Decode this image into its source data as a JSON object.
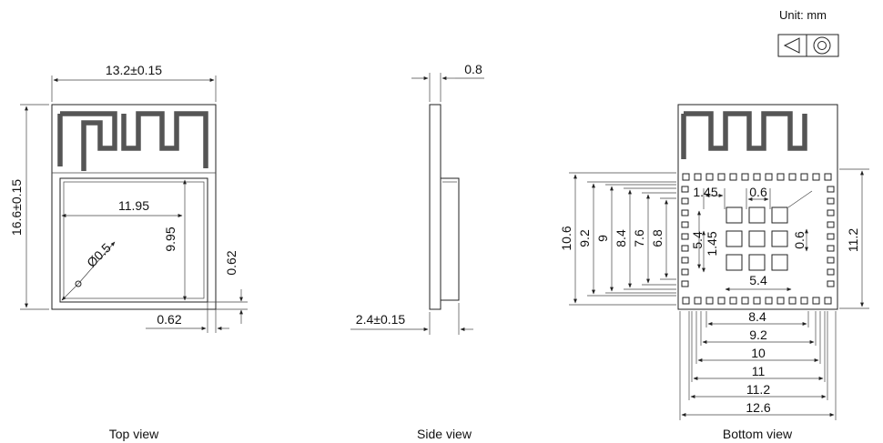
{
  "unit_label": "Unit: mm",
  "views": {
    "top": "Top view",
    "side": "Side view",
    "bottom": "Bottom view"
  },
  "top_dims": {
    "width": "13.2±0.15",
    "height": "16.6±0.15",
    "inner_width": "11.95",
    "inner_height": "9.95",
    "hole": "Ø0.5",
    "margin_side": "0.62",
    "margin_bottom": "0.62"
  },
  "side_dims": {
    "board": "0.8",
    "total": "2.4±0.15"
  },
  "bottom_dims": {
    "left": [
      "10.6",
      "9.2",
      "9",
      "8.4",
      "7.6",
      "6.8"
    ],
    "right": "11.2",
    "under": [
      "8.4",
      "9.2",
      "10",
      "11",
      "11.2",
      "12.6"
    ],
    "inner_pitch_h": "1.45",
    "inner_pad_h": "0.6",
    "inner_pitch_v": "1.45",
    "inner_pad_v": "0.6",
    "inner_span_h": "5.4",
    "inner_span_v": "5.4"
  },
  "icons": [
    "projection-symbol-icon"
  ]
}
